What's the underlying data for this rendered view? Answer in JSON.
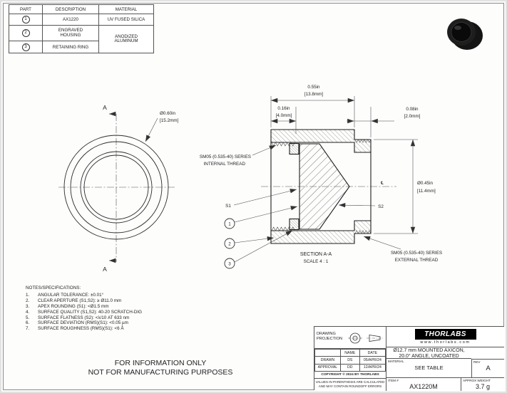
{
  "document": {
    "footer_line1": "FOR INFORMATION ONLY",
    "footer_line2": "NOT FOR MANUFACTURING PURPOSES"
  },
  "parts_table": {
    "headers": [
      "PART",
      "DESCRIPTION",
      "MATERIAL"
    ],
    "rows": [
      {
        "part": "1",
        "description": "AX1220",
        "material": "UV FUSED SILICA"
      },
      {
        "part": "2",
        "description": "ENGRAVED HOUSING",
        "material": "ANODIZED ALUMINUM"
      },
      {
        "part": "3",
        "description": "RETAINING RING"
      }
    ]
  },
  "front_view": {
    "diameter_in": "Ø0.60in",
    "diameter_mm": "[15.2mm]",
    "section_letter": "A"
  },
  "section_view": {
    "title": "SECTION A-A",
    "scale": "SCALE 4 : 1",
    "centerline_symbol": "℄",
    "surface1": "S1",
    "surface2": "S2",
    "balloon1": "1",
    "balloon2": "2",
    "balloon3": "3",
    "internal_thread_line1": "SM05 (0.535-40) SERIES",
    "internal_thread_line2": "INTERNAL THREAD",
    "external_thread_line1": "SM05 (0.535-40) SERIES",
    "external_thread_line2": "EXTERNAL THREAD",
    "dim_overall_in": "0.55in",
    "dim_overall_mm": "[13.8mm]",
    "dim_depth_in": "0.16in",
    "dim_depth_mm": "[4.0mm]",
    "dim_step_in": "0.08in",
    "dim_step_mm": "[2.0mm]",
    "dim_bore_in": "Ø0.45in",
    "dim_bore_mm": "[11.4mm]"
  },
  "notes": {
    "title": "NOTES/SPECIFICATIONS:",
    "items": [
      {
        "num": "1.",
        "text": "ANGULAR TOLERANCE: ±0.01°"
      },
      {
        "num": "2.",
        "text": "CLEAR APERTURE (S1,S2): ≥ Ø11.0 mm"
      },
      {
        "num": "3.",
        "text": "APEX ROUNDING (S1): <Ø1.5 mm"
      },
      {
        "num": "4.",
        "text": "SURFACE QUALITY (S1,S2): 40-20 SCRATCH-DIG"
      },
      {
        "num": "5.",
        "text": "SURFACE FLATNESS (S2): <λ/10 AT 633 nm"
      },
      {
        "num": "6.",
        "text": "SURFACE DEVIATION (RMS)(S1): <0.05 µm"
      },
      {
        "num": "7.",
        "text": "SURFACE ROUGHNESS (RMS)(S1): <6 Å"
      }
    ]
  },
  "title_block": {
    "projection_label_line1": "DRAWING",
    "projection_label_line2": "PROJECTION",
    "logo_text": "THORLABS",
    "website": "www.thorlabs.com",
    "approval_table": {
      "name_header": "NAME",
      "date_header": "DATE",
      "drawn_label": "DRAWN",
      "drawn_name": "DS",
      "drawn_date": "05/APR/24",
      "approval_label": "APPROVAL",
      "approval_name": "DD",
      "approval_date": "12/APR/24"
    },
    "title_line1": "Ø12.7 mm MOUNTED AXICON,",
    "title_line2": "20.0° ANGLE, UNCOATED",
    "material_label": "MATERIAL",
    "material_value": "SEE TABLE",
    "rev_label": "REV",
    "rev_value": "A",
    "copyright": "COPYRIGHT © 2024 BY THORLABS",
    "disclaimer_line1": "VALUES IN PARENTHESIS ARE CALCULATED",
    "disclaimer_line2": "AND MAY CONTAIN ROUNDOFF ERRORS",
    "item_label": "ITEM #",
    "item_value": "AX1220M",
    "weight_label": "APPROX WEIGHT",
    "weight_value": "3.7 g"
  }
}
